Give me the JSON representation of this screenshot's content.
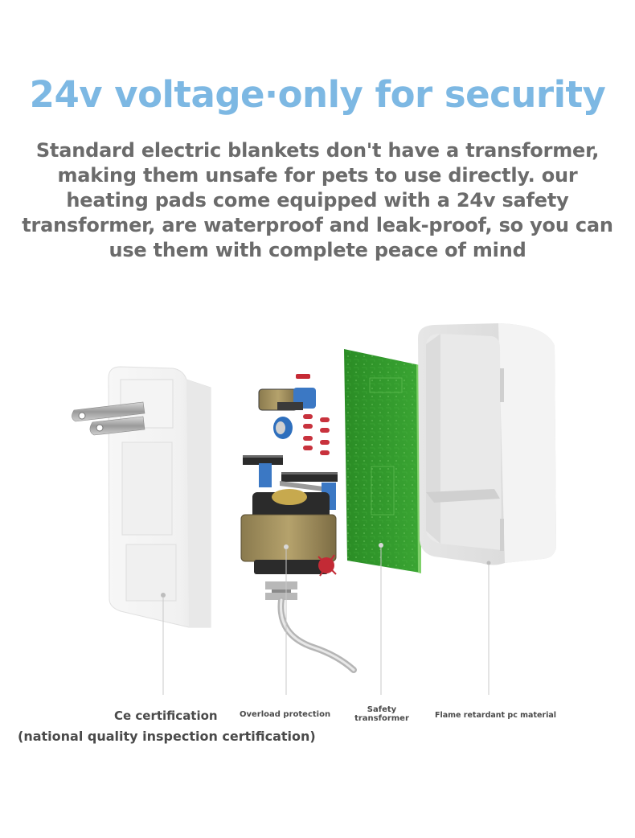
{
  "header": {
    "title": "24v voltage·only for security",
    "title_color": "#7db8e3",
    "description": "Standard electric blankets don't have a transformer, making them unsafe for pets to use directly. our heating pads come equipped with a 24v safety transformer, are waterproof and leak-proof, so you can use them with complete peace of mind",
    "description_color": "#6b6b6b"
  },
  "illustration": {
    "subject": "exploded view of 24v safety transformer plug adapter",
    "parts": [
      "plug-housing-front",
      "overload-protection-components",
      "transformer-coil",
      "power-cable",
      "circuit-board",
      "flame-retardant-pc-shell"
    ],
    "pcb_color": "#2f9a2a",
    "transformer_color": "#9c8a5a"
  },
  "callouts": [
    {
      "id": "ce",
      "label": "Ce certification",
      "sublabel": "(national quality inspection certification)"
    },
    {
      "id": "overload",
      "label": "Overload protection"
    },
    {
      "id": "safety",
      "label": "Safety transformer"
    },
    {
      "id": "flame",
      "label": "Flame retardant pc material"
    }
  ]
}
